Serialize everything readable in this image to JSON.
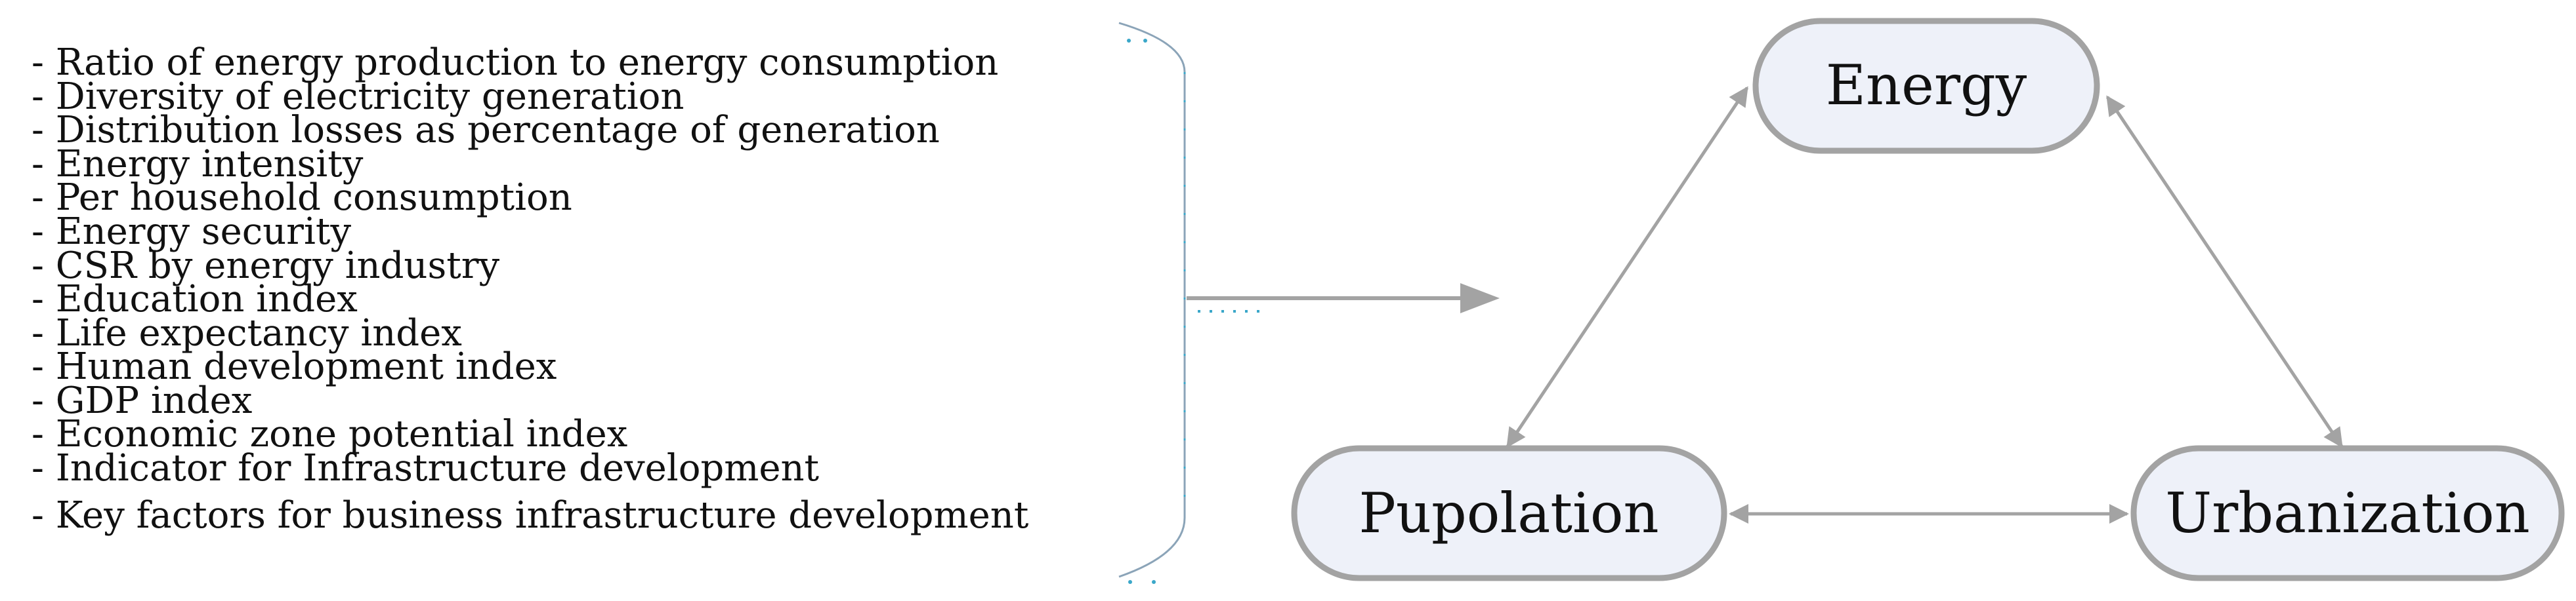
{
  "indicators": [
    "- Ratio of energy production to energy consumption",
    "- Diversity of electricity generation",
    "- Distribution losses as percentage of generation",
    "- Energy intensity",
    "- Per household consumption",
    "- Energy security",
    "- CSR by energy industry",
    "- Education index",
    "- Life expectancy index",
    "- Human development index",
    "- GDP index",
    "- Economic zone potential index",
    "- Indicator for Infrastructure development",
    "- Key factors for business infrastructure development"
  ],
  "nodes": {
    "energy": "Energy",
    "population": "Pupolation",
    "urbanization": "Urbanization"
  },
  "colors": {
    "node_fill": "#eef1f9",
    "node_border": "#a3a3a3",
    "arrow": "#a3a3a3",
    "bracket": "#8ba4b8",
    "dots": "#3aa7c9",
    "text": "#111111"
  }
}
